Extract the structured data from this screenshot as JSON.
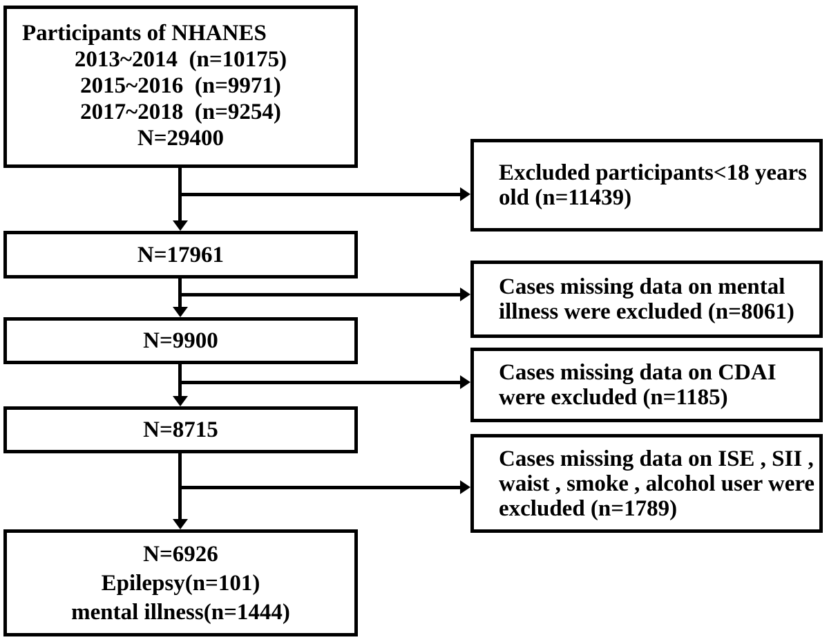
{
  "figure": {
    "kind": "participant-selection-flowchart",
    "colors": {
      "background": "#ffffff",
      "box_border": "#000000",
      "box_fill": "#ffffff",
      "text": "#000000",
      "connector": "#000000"
    },
    "main_flow": [
      {
        "id": "nhanes-pool",
        "lines": [
          "Participants of NHANES",
          "2013~2014  (n=10175)",
          "2015~2016  (n=9971)",
          "2017~2018  (n=9254)",
          "N=29400"
        ]
      },
      {
        "id": "after-age-exclusion",
        "lines": [
          "N=17961"
        ]
      },
      {
        "id": "after-mental-exclusion",
        "lines": [
          "N=9900"
        ]
      },
      {
        "id": "after-cdai-exclusion",
        "lines": [
          "N=8715"
        ]
      },
      {
        "id": "final-sample",
        "lines": [
          "N=6926",
          "Epilepsy(n=101)",
          "mental illness(n=1444)"
        ]
      }
    ],
    "exclusions": [
      {
        "id": "age-exclusion",
        "lines": [
          "Excluded participants<18 years",
          "old (n=11439)"
        ]
      },
      {
        "id": "mental-illness-missing",
        "lines": [
          "Cases missing data on mental",
          "illness were excluded (n=8061)"
        ]
      },
      {
        "id": "cdai-missing",
        "lines": [
          "Cases missing data on CDAI",
          "were excluded (n=1185)"
        ]
      },
      {
        "id": "covariates-missing",
        "lines": [
          "Cases missing data on ISE , SII ,",
          "waist , smoke , alcohol user were",
          "excluded (n=1789)"
        ]
      }
    ]
  }
}
